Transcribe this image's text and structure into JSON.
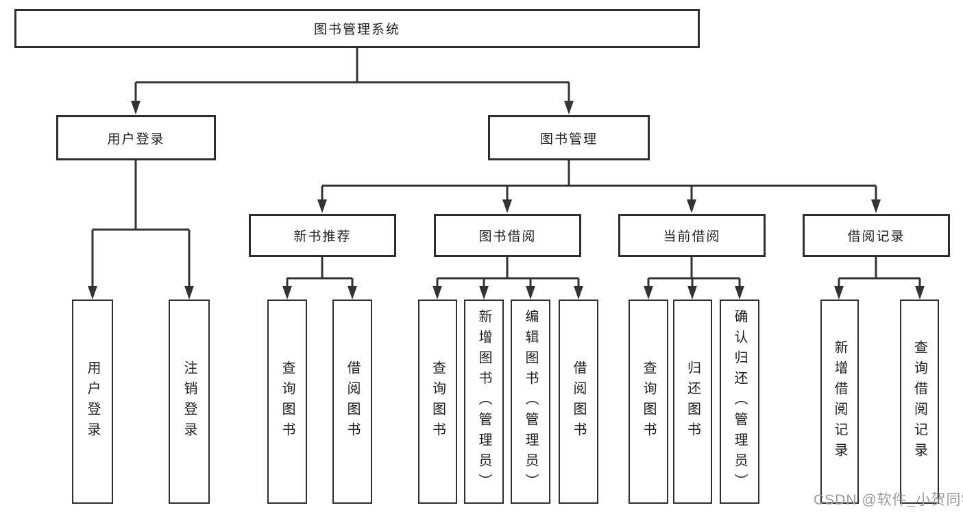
{
  "colors": {
    "line": "#333333",
    "border": "#2e2e2e",
    "text": "#1f1f1f",
    "box_background": "#ffffff",
    "watermark": "#9c9c9c"
  },
  "watermark": {
    "text": "CSDN @软件_小贺同学"
  },
  "tree": {
    "label": "图书管理系统",
    "children": [
      {
        "label": "用户登录",
        "children": [
          {
            "label": "用户登录"
          },
          {
            "label": "注销登录"
          }
        ]
      },
      {
        "label": "图书管理",
        "children": [
          {
            "label": "新书推荐",
            "children": [
              {
                "label": "查询图书"
              },
              {
                "label": "借阅图书"
              }
            ]
          },
          {
            "label": "图书借阅",
            "children": [
              {
                "label": "查询图书"
              },
              {
                "label": "新增图书（管理员）"
              },
              {
                "label": "编辑图书（管理员）"
              },
              {
                "label": "借阅图书"
              }
            ]
          },
          {
            "label": "当前借阅",
            "children": [
              {
                "label": "查询图书"
              },
              {
                "label": "归还图书"
              },
              {
                "label": "确认归还（管理员）"
              }
            ]
          },
          {
            "label": "借阅记录",
            "children": [
              {
                "label": "新增借阅记录"
              },
              {
                "label": "查询借阅记录"
              }
            ]
          }
        ]
      }
    ]
  }
}
